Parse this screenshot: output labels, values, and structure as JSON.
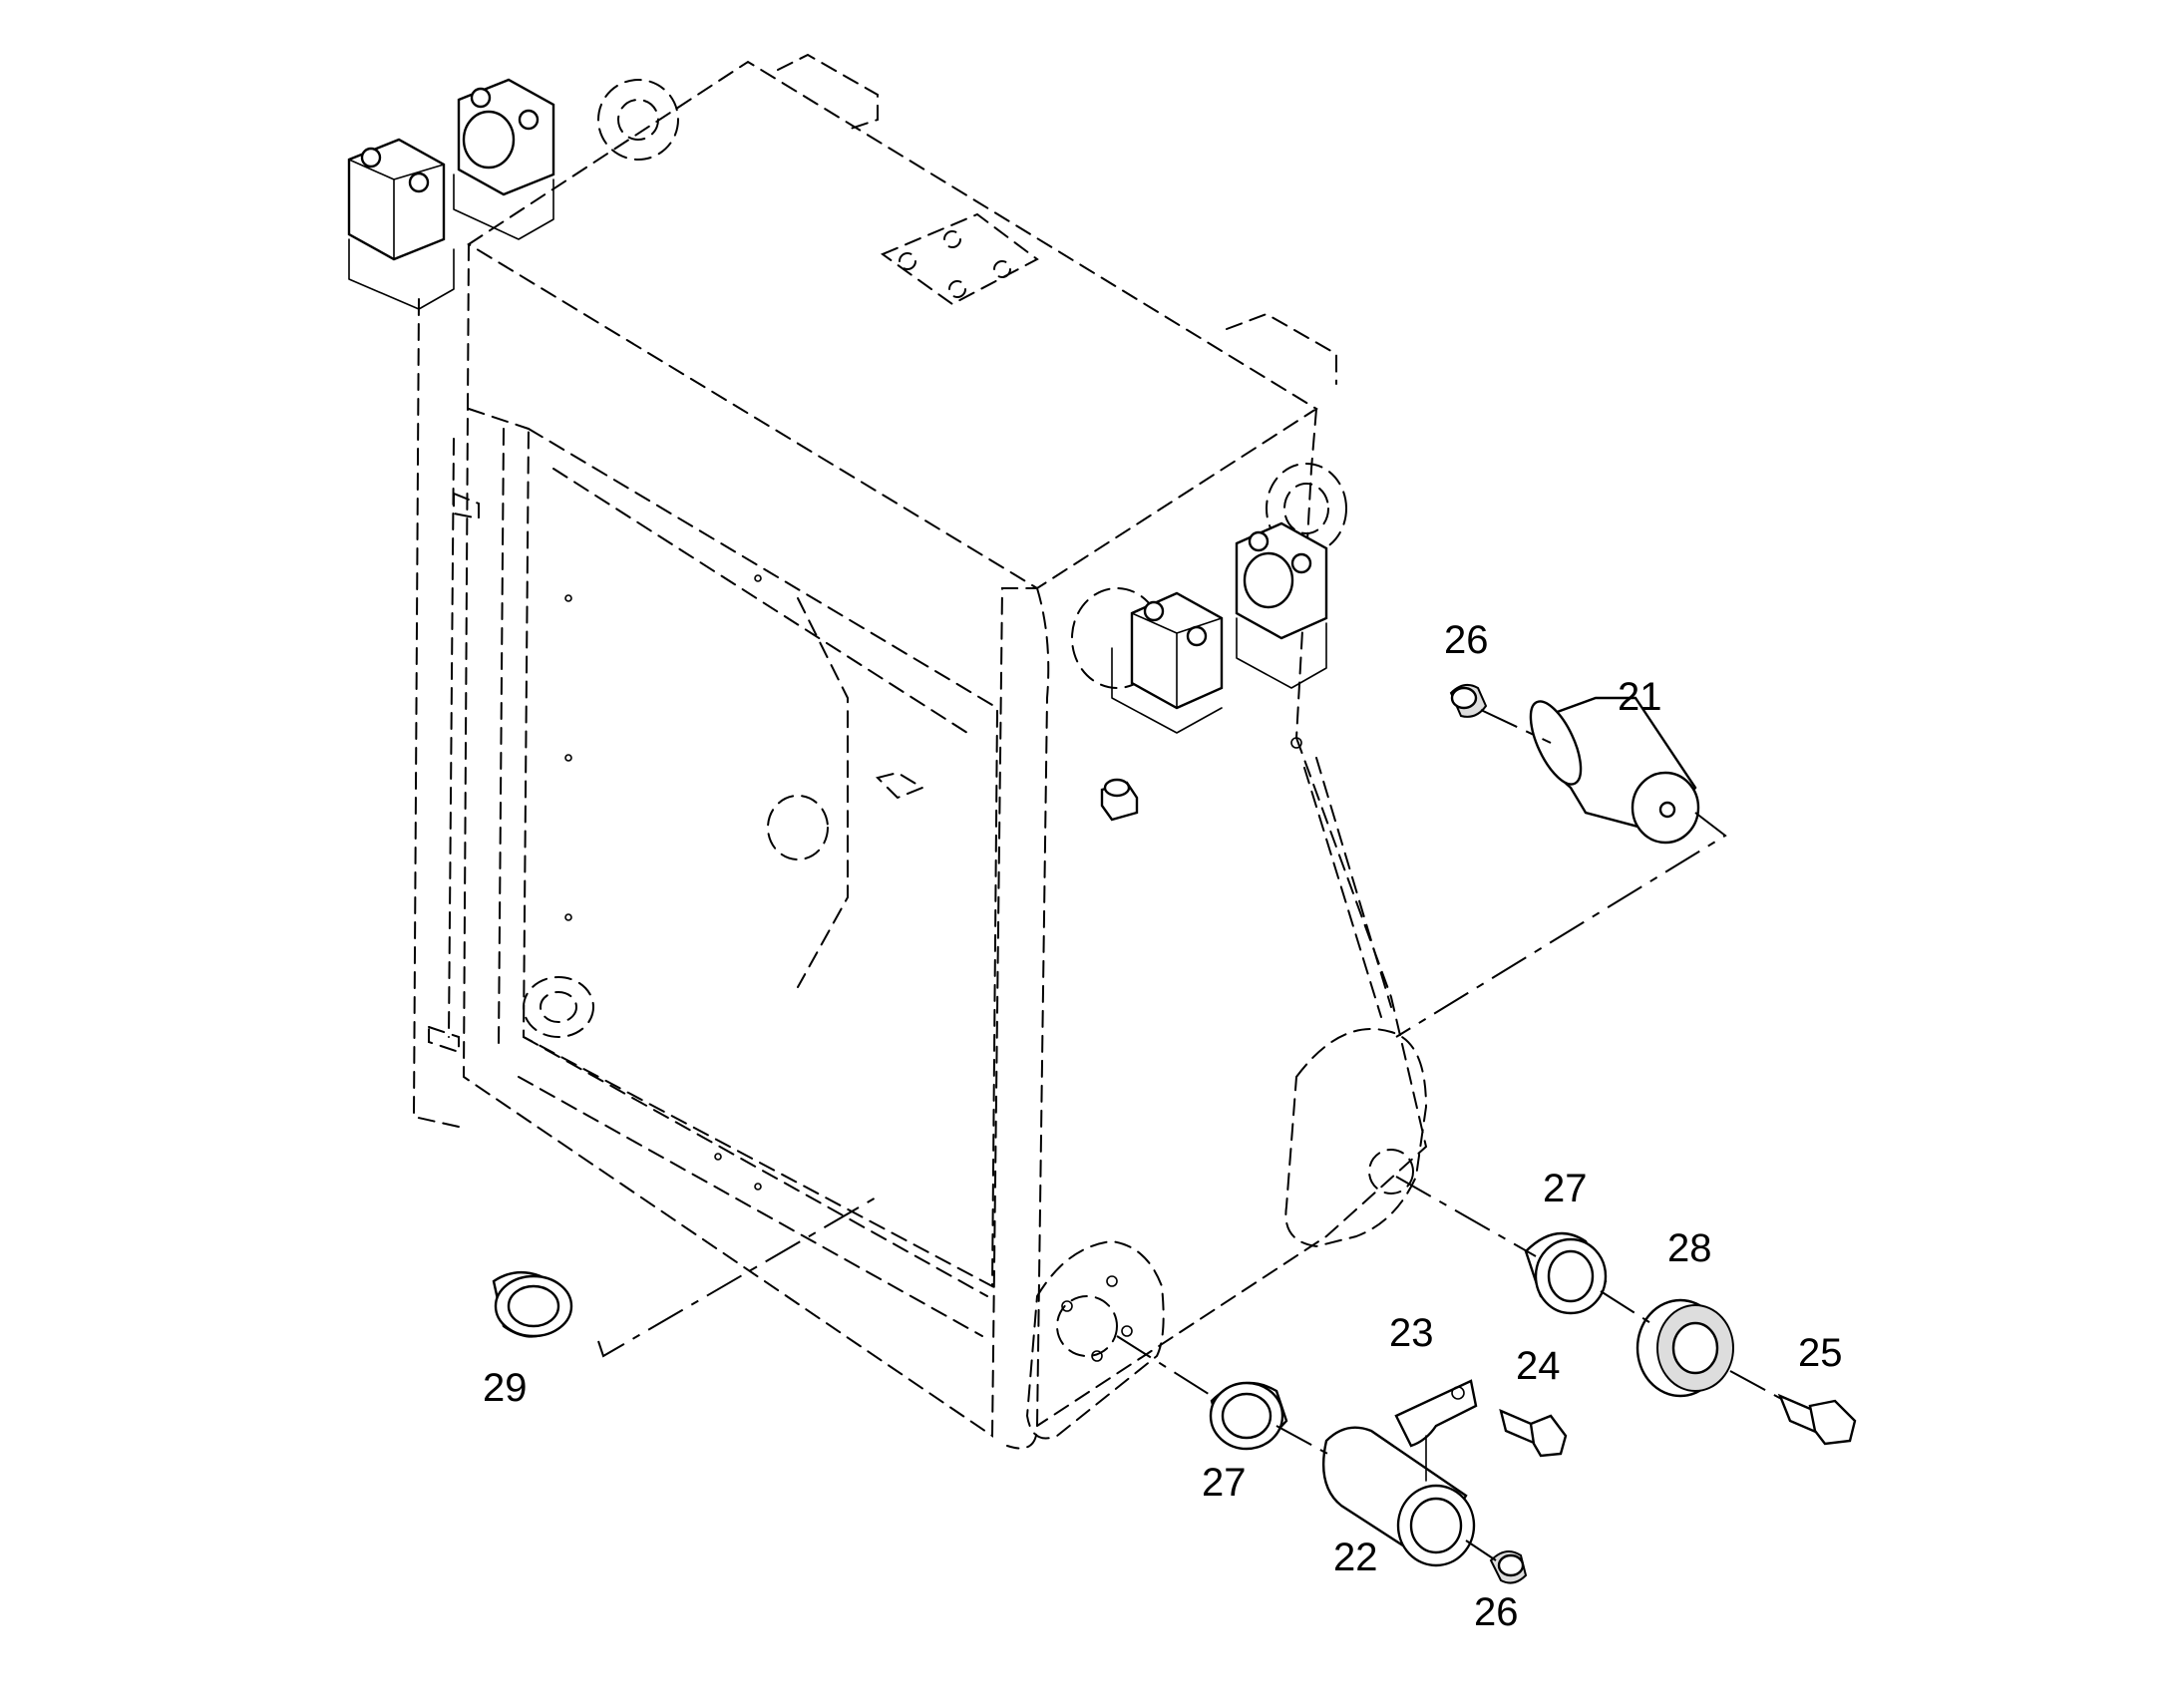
{
  "callouts": {
    "c21": "21",
    "c22": "22",
    "c23": "23",
    "c24": "24",
    "c25": "25",
    "c26a": "26",
    "c26b": "26",
    "c27a": "27",
    "c27b": "27",
    "c28": "28",
    "c29": "29"
  },
  "parts": [
    "frame",
    "pin-21",
    "pin-22",
    "plate-23",
    "bolt-24",
    "bolt-25",
    "grease-nipple-26",
    "bushing-27",
    "bearing-28",
    "bushing-29"
  ]
}
